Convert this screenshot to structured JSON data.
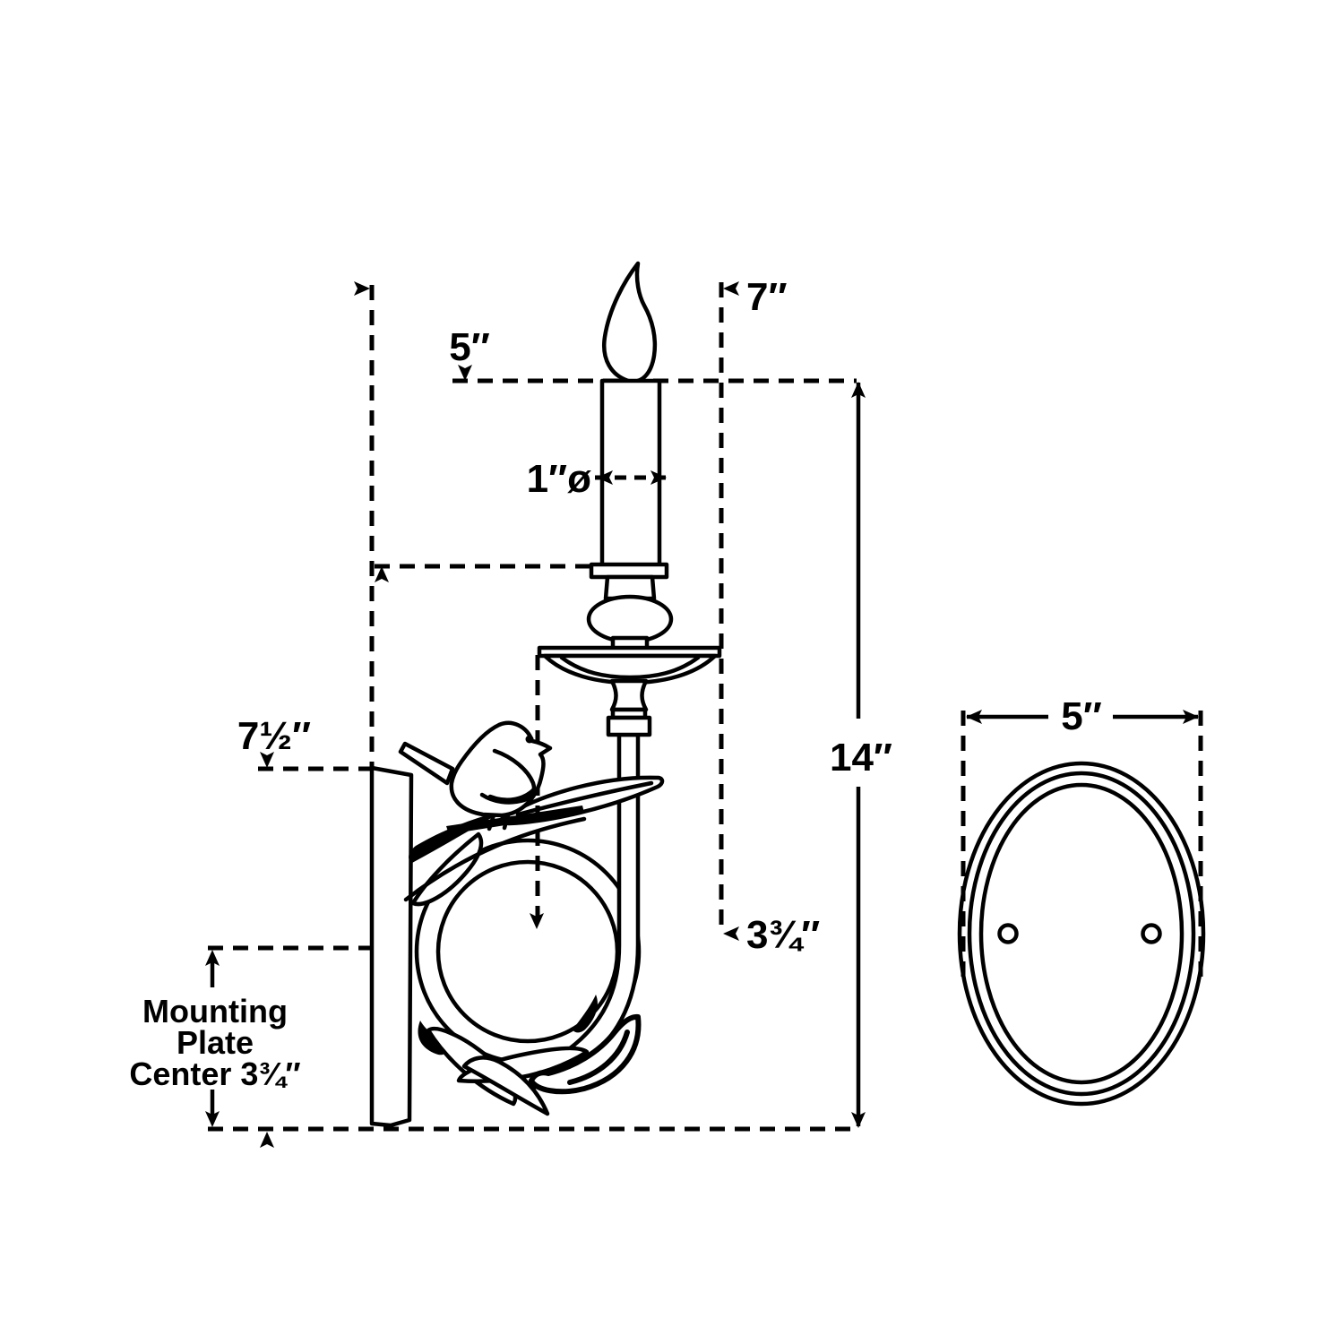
{
  "page": {
    "background": "#ffffff",
    "line_color": "#000000"
  },
  "dimensions": {
    "extension": "7″",
    "candle_height": "5″",
    "candle_diameter": "1″ø",
    "backplate_height": "7½″",
    "overall_height": "14″",
    "arm_offset": "3¾″",
    "backplate_width": "5″",
    "mounting_note_line1": "Mounting",
    "mounting_note_line2": "Plate",
    "mounting_note_line3": "Center 3¾″"
  }
}
